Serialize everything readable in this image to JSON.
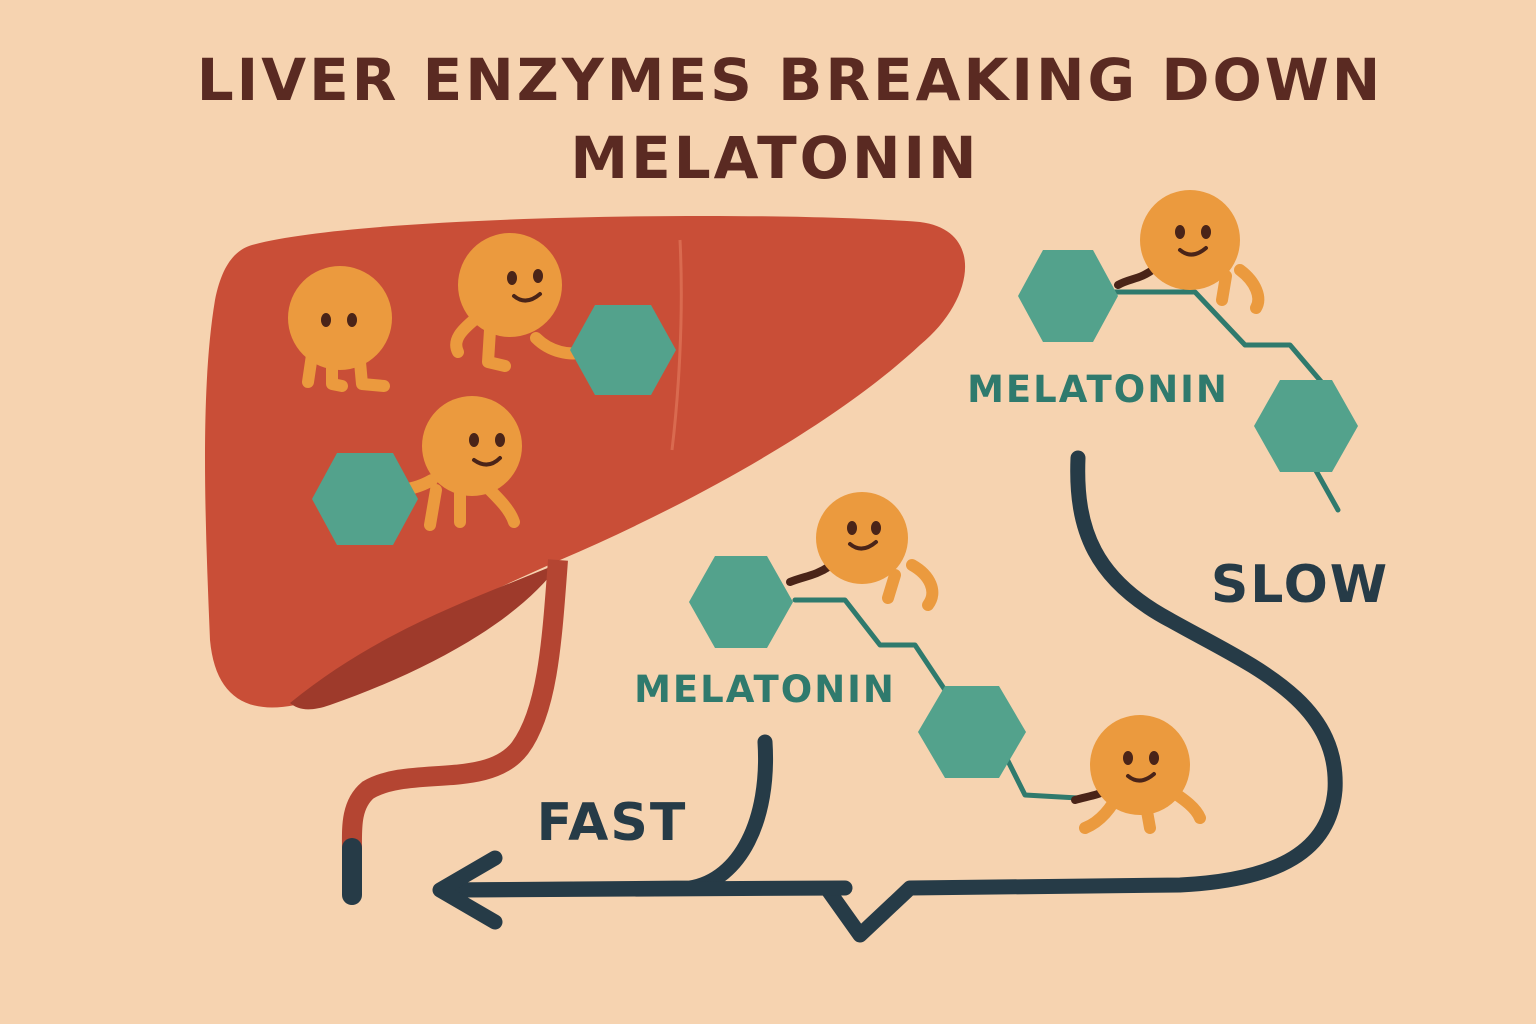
{
  "title": {
    "line1": "LIVER ENZYMES BREAKING DOWN",
    "line2": "MELATONIN"
  },
  "labels": {
    "melatonin_upper": "MELATONIN",
    "melatonin_lower": "MELATONIN",
    "fast": "FAST",
    "slow": "SLOW"
  },
  "colors": {
    "background": "#f6d3b0",
    "liver": "#c94e37",
    "liver_shadow": "#9e3a2b",
    "duct": "#b44532",
    "enzyme": "#eb9a3e",
    "molecule": "#53a28c",
    "molecule_label": "#2f7a6d",
    "text_dark": "#5a2a22",
    "arrow": "#263b47"
  },
  "icons": {
    "enzyme": "smiling-enzyme-ball-icon",
    "molecule": "hexagon-molecule-icon",
    "arrow": "arrow-left-icon"
  }
}
